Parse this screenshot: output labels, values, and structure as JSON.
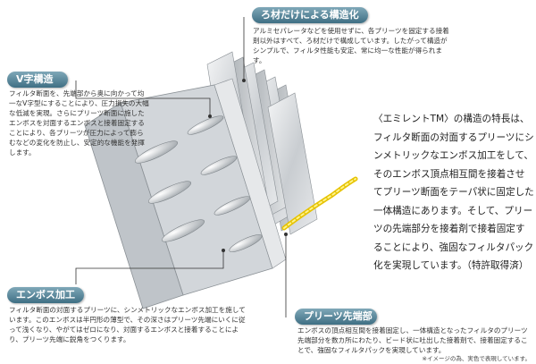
{
  "labels": {
    "rozai": "ろ材だけによる構造化",
    "vji": "V字構造",
    "emboss": "エンボス加工",
    "pleats": "プリーツ先端部"
  },
  "descriptions": {
    "rozai": "アルミセパレータなどを使用せずに、各プリーツを固定する接着剤以外はすべて、ろ材だけで構成しています。したがって構造がシンプルで、フィルタ性能も安定、常に均一な性能が得られます。",
    "vji": "フィルタ断面を、先端部から奥に向かって均一なV字型にすることにより、圧力損失の大幅な低減を実現。さらにプリーツ断面に施したエンボスを対面するエンボスと接着固定することにより、各プリーツが圧力によって膨らむなどの変化を防止し、安定的な機能を発揮します。",
    "emboss": "フィルタ断面の対面するプリーツに、シンメトリックなエンボス加工を施しています。このエンボスは半円形の薄型で、その深さはプリーツ先端にいくに従って浅くなり、やがてはゼロになり、対面するエンボスと接着することにより、プリーツ先端に鋭角をつくります。",
    "pleats": "エンボスの頂点相互間を接着固定し、一体構造となったフィルタのプリーツ先端部分を数カ所にわたり、ビード状に吐出した接着剤で、接着固定することで、強固なフィルタパックを実現しています。"
  },
  "main": {
    "text": "〈エミレントTM〉の構造の特長は、フィルタ断面の対面するプリーツにシンメトリックなエンボス加工をして、そのエンボス頂点相互間を接着させてプリーツ断面をテーパ状に固定した一体構造にあります。そして、プリーツの先端部分を接着剤で接着固定することにより、強固なフィルタパック化を実現しています。（特許取得済）"
  },
  "footnote": "※イメージの為、実色で表現しています。"
}
